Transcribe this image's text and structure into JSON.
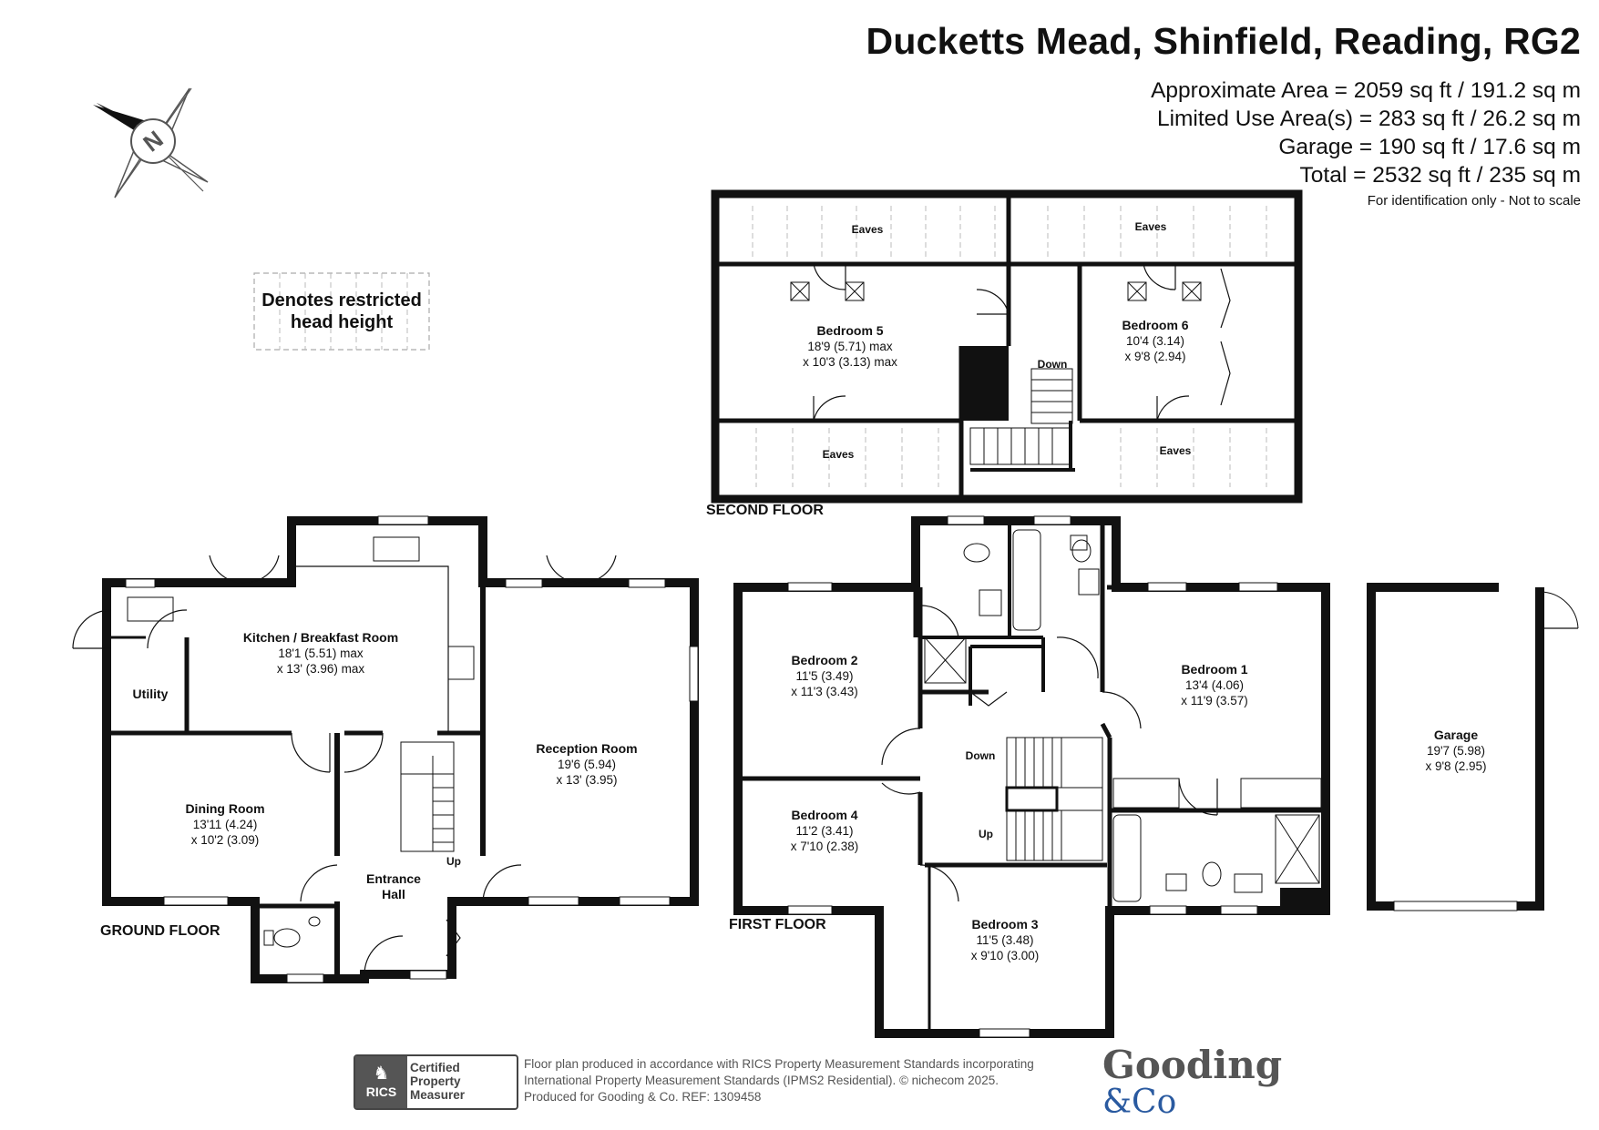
{
  "header": {
    "title": "Ducketts Mead, Shinfield, Reading, RG2",
    "areas": [
      "Approximate Area = 2059 sq ft / 191.2 sq m",
      "Limited Use Area(s) = 283 sq ft / 26.2 sq m",
      "Garage = 190 sq ft / 17.6 sq m",
      "Total = 2532 sq ft / 235 sq m"
    ],
    "identification": "For identification only - Not to scale"
  },
  "compass": {
    "label": "N"
  },
  "legend": {
    "line1": "Denotes restricted",
    "line2": "head height"
  },
  "floors": {
    "ground": "GROUND FLOOR",
    "first": "FIRST FLOOR",
    "second": "SECOND FLOOR"
  },
  "rooms": {
    "kitchen": {
      "name": "Kitchen / Breakfast Room",
      "d1": "18'1 (5.51) max",
      "d2": "x 13' (3.96) max"
    },
    "utility": {
      "name": "Utility"
    },
    "dining": {
      "name": "Dining Room",
      "d1": "13'11 (4.24)",
      "d2": "x 10'2 (3.09)"
    },
    "hall": {
      "name1": "Entrance",
      "name2": "Hall"
    },
    "reception": {
      "name": "Reception Room",
      "d1": "19'6 (5.94)",
      "d2": "x 13' (3.95)"
    },
    "bed1": {
      "name": "Bedroom 1",
      "d1": "13'4 (4.06)",
      "d2": "x 11'9 (3.57)"
    },
    "bed2": {
      "name": "Bedroom 2",
      "d1": "11'5 (3.49)",
      "d2": "x 11'3 (3.43)"
    },
    "bed3": {
      "name": "Bedroom 3",
      "d1": "11'5 (3.48)",
      "d2": "x 9'10 (3.00)"
    },
    "bed4": {
      "name": "Bedroom 4",
      "d1": "11'2 (3.41)",
      "d2": "x 7'10 (2.38)"
    },
    "bed5": {
      "name": "Bedroom 5",
      "d1": "18'9 (5.71) max",
      "d2": "x 10'3 (3.13) max"
    },
    "bed6": {
      "name": "Bedroom 6",
      "d1": "10'4 (3.14)",
      "d2": "x 9'8 (2.94)"
    },
    "garage": {
      "name": "Garage",
      "d1": "19'7 (5.98)",
      "d2": "x 9'8 (2.95)"
    }
  },
  "labels": {
    "eaves": "Eaves",
    "up": "Up",
    "down": "Down"
  },
  "footer": {
    "line1": "Floor plan produced in accordance with RICS Property Measurement Standards incorporating",
    "line2": "International Property Measurement Standards (IPMS2 Residential).  © nichecom 2025.",
    "line3": "Produced for Gooding & Co.   REF:  1309458",
    "rics": "RICS",
    "cert1": "Certified",
    "cert2": "Property",
    "cert3": "Measurer",
    "brand1": "Gooding",
    "brand2": "&Co"
  },
  "colors": {
    "wall": "#111111",
    "accent": "#2a5aa0"
  }
}
